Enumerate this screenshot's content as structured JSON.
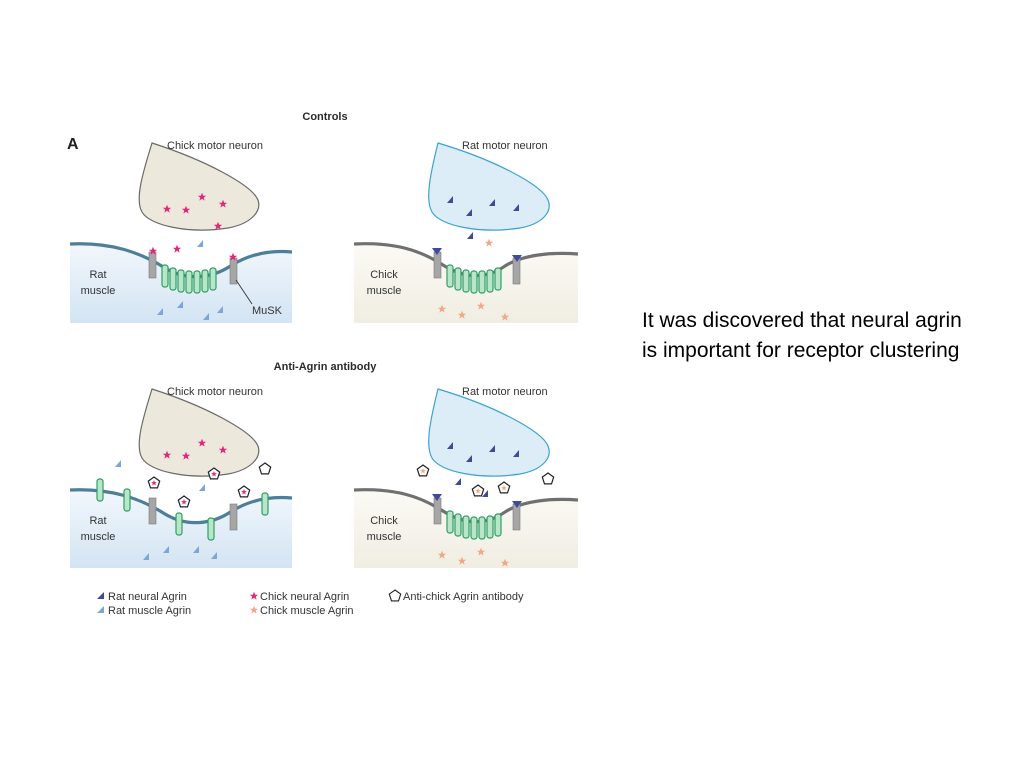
{
  "figure": {
    "panel_letter": "A",
    "sections": [
      {
        "title": "Controls",
        "panels": [
          {
            "neuron_label": "Chick motor neuron",
            "muscle_label_line1": "Rat",
            "muscle_label_line2": "muscle",
            "receptor_label": "MuSK"
          },
          {
            "neuron_label": "Rat motor neuron",
            "muscle_label_line1": "Chick",
            "muscle_label_line2": "muscle"
          }
        ]
      },
      {
        "title": "Anti-Agrin antibody",
        "panels": [
          {
            "neuron_label": "Chick motor neuron",
            "muscle_label_line1": "Rat",
            "muscle_label_line2": "muscle"
          },
          {
            "neuron_label": "Rat motor neuron",
            "muscle_label_line1": "Chick",
            "muscle_label_line2": "muscle"
          }
        ]
      }
    ],
    "legend": [
      {
        "label": "Rat neural Agrin",
        "symbol": "dark-triangle",
        "color": "#3f4a9a"
      },
      {
        "label": "Rat muscle Agrin",
        "symbol": "light-triangle",
        "color": "#7aa7d8"
      },
      {
        "label": "Chick neural Agrin",
        "symbol": "magenta-star",
        "color": "#e0287a"
      },
      {
        "label": "Chick muscle Agrin",
        "symbol": "peach-star",
        "color": "#f0a888"
      },
      {
        "label": "Anti-chick Agrin antibody",
        "symbol": "pentagon-outline",
        "color": "#222222"
      }
    ]
  },
  "caption": "It was discovered that neural agrin is important for receptor clustering"
}
